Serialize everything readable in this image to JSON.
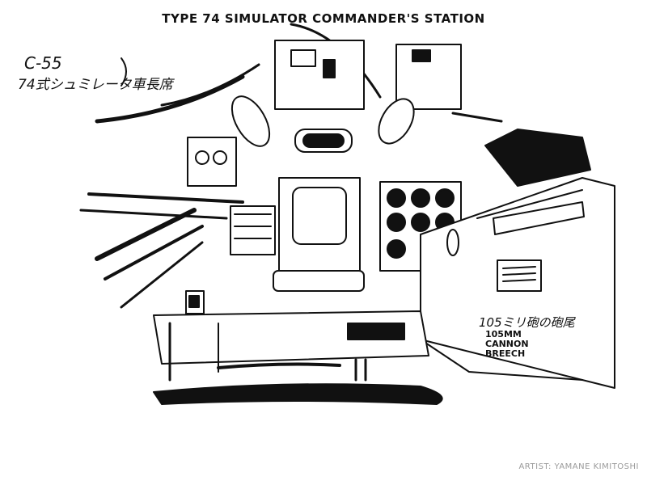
{
  "title": "TYPE 74 SIMULATOR COMMANDER'S STATION",
  "notes": {
    "sheet_code": "C-55",
    "sheet_caption_ja": "74式シュミレータ車長席",
    "breech_label_ja": "105ミリ砲の砲尾",
    "breech_label_en": [
      "105MM",
      "CANNON",
      "BREECH"
    ]
  },
  "credit": "ARTIST: YAMANE KIMITOSHI",
  "colors": {
    "ink": "#111111",
    "paper": "#ffffff",
    "credit": "#9a9a9a"
  }
}
